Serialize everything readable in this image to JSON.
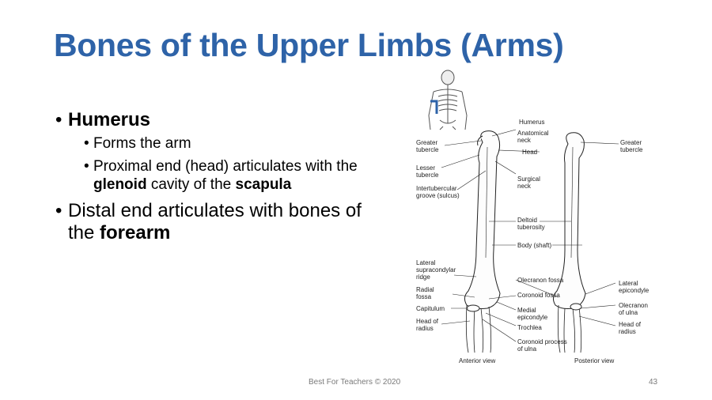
{
  "slide": {
    "title": "Bones of the Upper Limbs (Arms)",
    "bullets": {
      "humerus": "Humerus",
      "sub1": "Forms the arm",
      "sub2_a": "Proximal end (head) articulates with the ",
      "sub2_b": "glenoid",
      "sub2_c": " cavity of the ",
      "sub2_d": "scapula",
      "distal_a": "Distal end articulates with bones of the ",
      "distal_b": "forearm"
    },
    "footer": "Best For Teachers © 2020",
    "page_number": "43"
  },
  "figure": {
    "labels": {
      "humerus": "Humerus",
      "anatomical_neck": "Anatomical\nneck",
      "greater_tubercle_left": "Greater\ntubercle",
      "head": "Head",
      "greater_tubercle_right": "Greater\ntubercle",
      "lesser_tubercle": "Lesser\ntubercle",
      "surgical_neck": "Surgical\nneck",
      "intertubercular": "Intertubercular\ngroove (sulcus)",
      "deltoid": "Deltoid\ntuberosity",
      "body_shaft": "Body (shaft)",
      "lateral_supracondylar": "Lateral\nsupracondylar\nridge",
      "olecranon_fossa": "Olecranon fossa",
      "lateral_epicondyle": "Lateral\nepicondyle",
      "radial_fossa": "Radial\nfossa",
      "coronoid_fossa": "Coronoid fossa",
      "capitulum": "Capitulum",
      "medial_epicondyle": "Medial\nepicondyle",
      "olecranon_of_ulna": "Olecranon\nof ulna",
      "head_of_radius_left": "Head of\nradius",
      "trochlea": "Trochlea",
      "head_of_radius_right": "Head of\nradius",
      "coronoid_process": "Coronoid process\nof ulna",
      "anterior_view": "Anterior view",
      "posterior_view": "Posterior view"
    }
  }
}
